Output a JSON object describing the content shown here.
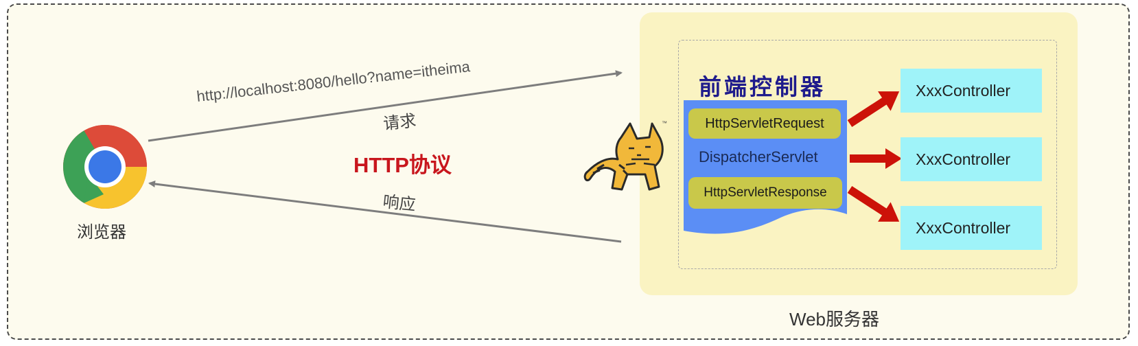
{
  "browser": {
    "label": "浏览器",
    "icon": "chrome-icon"
  },
  "request": {
    "url": "http://localhost:8080/hello?name=itheima",
    "label": "请求"
  },
  "protocol": {
    "label": "HTTP协议"
  },
  "response": {
    "label": "响应"
  },
  "server": {
    "label": "Web服务器",
    "icon": "tomcat-cat-icon",
    "front_controller": {
      "title": "前端控制器",
      "request_obj": "HttpServletRequest",
      "dispatcher": "DispatcherServlet",
      "response_obj": "HttpServletResponse"
    },
    "controllers": [
      {
        "label": "XxxController"
      },
      {
        "label": "XxxController"
      },
      {
        "label": "XxxController"
      }
    ]
  },
  "colors": {
    "protocol": "#c8161d",
    "dispatcher_bg": "#5b8ef5",
    "request_response_box": "#c9c84a",
    "controller_bg": "#9ff3f9",
    "arrow": "#cc1208",
    "server_bg": "#faf3c2"
  }
}
